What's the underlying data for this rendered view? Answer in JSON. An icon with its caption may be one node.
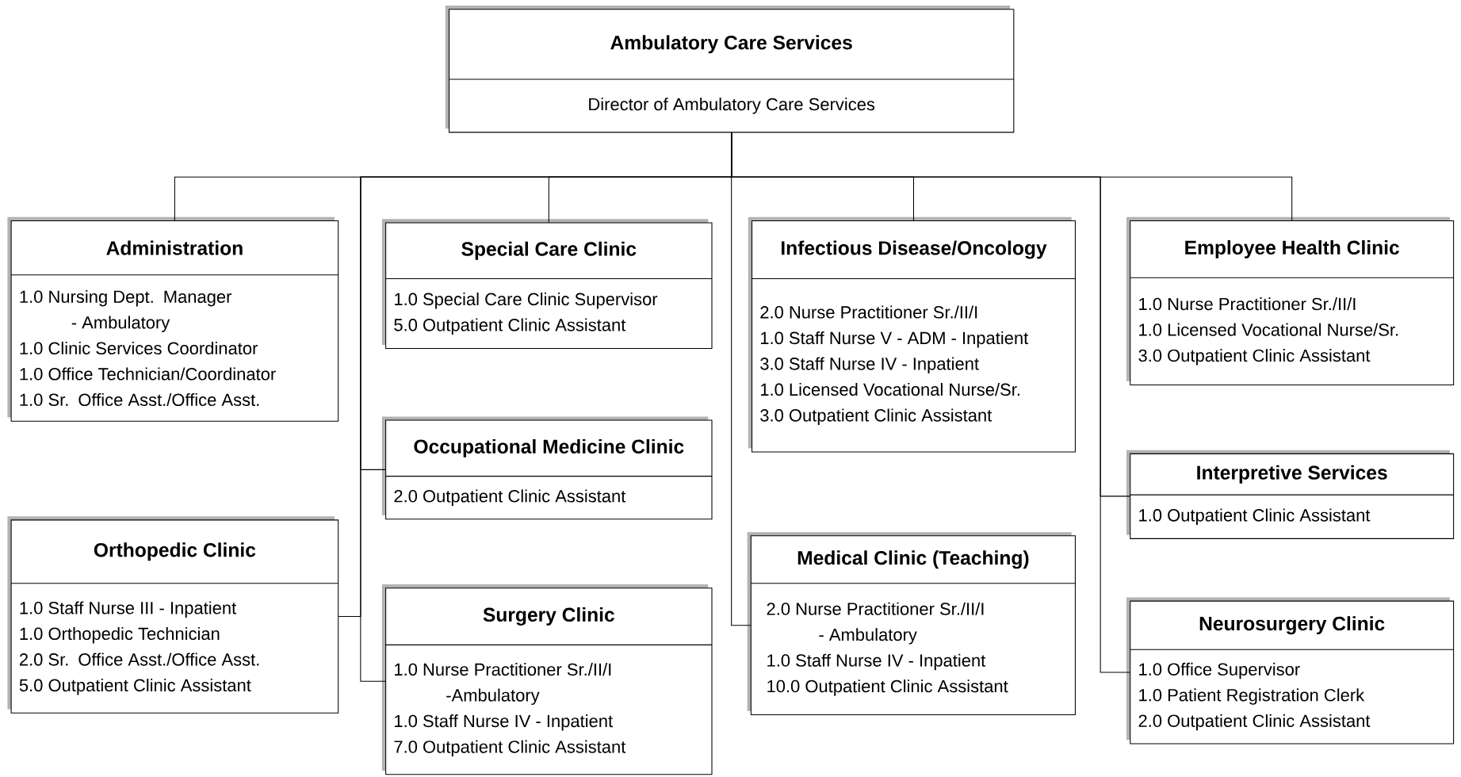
{
  "diagram": {
    "nodes": [
      {
        "text": [
          "Ambulatory Care Services",
          "Director of Ambulatory Care Services"
        ]
      },
      {
        "text": [
          "Administration",
          "1.0 Nursing Dept. Manager - Ambulatory",
          "1.0 Clinic Services Coordinator",
          "1.0 Office Technician/Coordinator",
          "1.0 Sr. Office Asst./Office Asst."
        ]
      },
      {
        "text": [
          "Special Care Clinic",
          "1.0 Special Care Clinic Supervisor",
          "5.0 Outpatient Clinic Assistant"
        ]
      },
      {
        "text": [
          "Infectious Disease/Oncology",
          "2.0 Nurse Practitioner Sr./II/I",
          "1.0 Staff Nurse V - ADM - Inpatient",
          "3.0 Staff Nurse IV - Inpatient",
          "1.0 Licensed Vocational Nurse/Sr.",
          "3.0 Outpatient Clinic Assistant"
        ]
      },
      {
        "text": [
          "Employee Health Clinic",
          "1.0 Nurse Practitioner Sr./II/I",
          "1.0 Licensed Vocational Nurse/Sr.",
          "3.0 Outpatient Clinic Assistant"
        ]
      },
      {
        "text": [
          "Occupational Medicine Clinic",
          "2.0 Outpatient Clinic Assistant"
        ]
      },
      {
        "text": [
          "Interpretive Services",
          "1.0 Outpatient Clinic Assistant"
        ]
      },
      {
        "text": [
          "Orthopedic Clinic",
          "1.0 Staff Nurse III - Inpatient",
          "1.0 Orthopedic Technician",
          "2.0 Sr. Office Asst./Office Asst.",
          "5.0 Outpatient Clinic Assistant"
        ]
      },
      {
        "text": [
          "Medical Clinic (Teaching)",
          "2.0 Nurse Practitioner Sr./II/I - Ambulatory",
          "1.0 Staff Nurse IV - Inpatient",
          "10.0 Outpatient Clinic Assistant"
        ]
      },
      {
        "text": [
          "Surgery Clinic",
          "1.0 Nurse Practitioner Sr./II/I -Ambulatory",
          "1.0 Staff Nurse IV - Inpatient",
          "7.0 Outpatient Clinic Assistant"
        ]
      },
      {
        "text": [
          "Neurosurgery Clinic",
          "1.0 Office Supervisor",
          "1.0 Patient Registration Clerk",
          "2.0 Outpatient Clinic Assistant"
        ]
      }
    ],
    "edges": [
      {
        "from": 0,
        "to": 1,
        "arrow": "none"
      },
      {
        "from": 0,
        "to": 2,
        "arrow": "none"
      },
      {
        "from": 0,
        "to": 3,
        "arrow": "none"
      },
      {
        "from": 0,
        "to": 4,
        "arrow": "none"
      },
      {
        "from": 0,
        "to": 5,
        "arrow": "none"
      },
      {
        "from": 0,
        "to": 6,
        "arrow": "none"
      },
      {
        "from": 0,
        "to": 7,
        "arrow": "none"
      },
      {
        "from": 0,
        "to": 8,
        "arrow": "none"
      },
      {
        "from": 0,
        "to": 9,
        "arrow": "none"
      },
      {
        "from": 0,
        "to": 10,
        "arrow": "none"
      }
    ]
  }
}
